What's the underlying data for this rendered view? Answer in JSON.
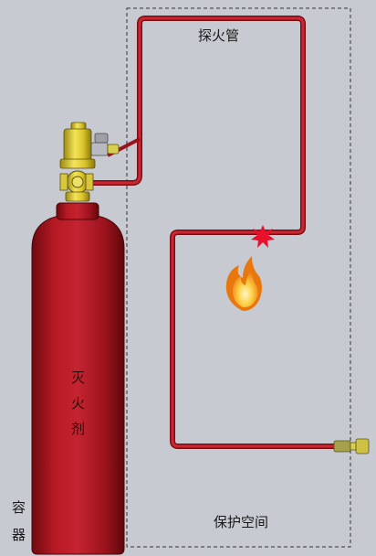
{
  "labels": {
    "detector_tube": "探火管",
    "protected_space": "保护空间",
    "agent_1": "灭",
    "agent_2": "火",
    "agent_3": "剂",
    "container_1": "容",
    "container_2": "器"
  },
  "colors": {
    "background": "#c8cad2",
    "cylinder": "#a3141e",
    "tube": "#b51a24",
    "valve": "#e6d23a",
    "flame": "#f6a21a",
    "burst": "#e8102a"
  }
}
